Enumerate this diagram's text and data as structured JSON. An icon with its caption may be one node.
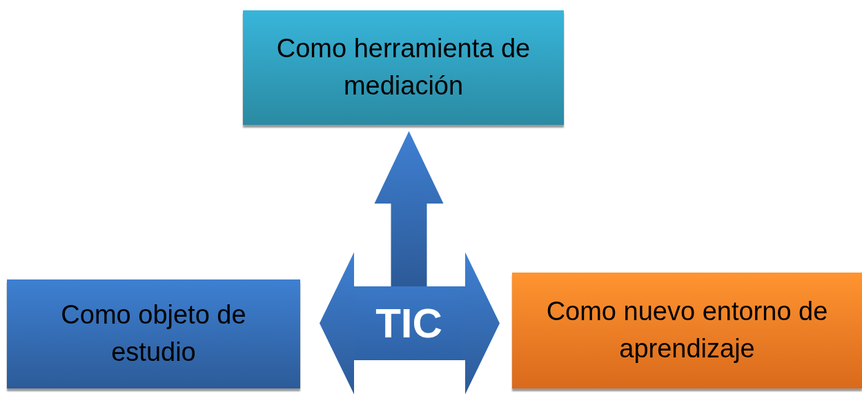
{
  "diagram": {
    "nodes": [
      {
        "text": [
          "Como herramienta de mediación"
        ]
      },
      {
        "text": [
          "Como objeto de estudio"
        ]
      },
      {
        "text": [
          "TIC"
        ]
      },
      {
        "text": [
          "Como nuevo entorno de aprendizaje"
        ]
      }
    ],
    "edges": [
      {
        "from": 2,
        "to": 0,
        "arrow": "to",
        "style": "thick"
      },
      {
        "from": 2,
        "to": 1,
        "arrow": "to",
        "style": "thick"
      },
      {
        "from": 2,
        "to": 3,
        "arrow": "to",
        "style": "thick"
      }
    ]
  }
}
